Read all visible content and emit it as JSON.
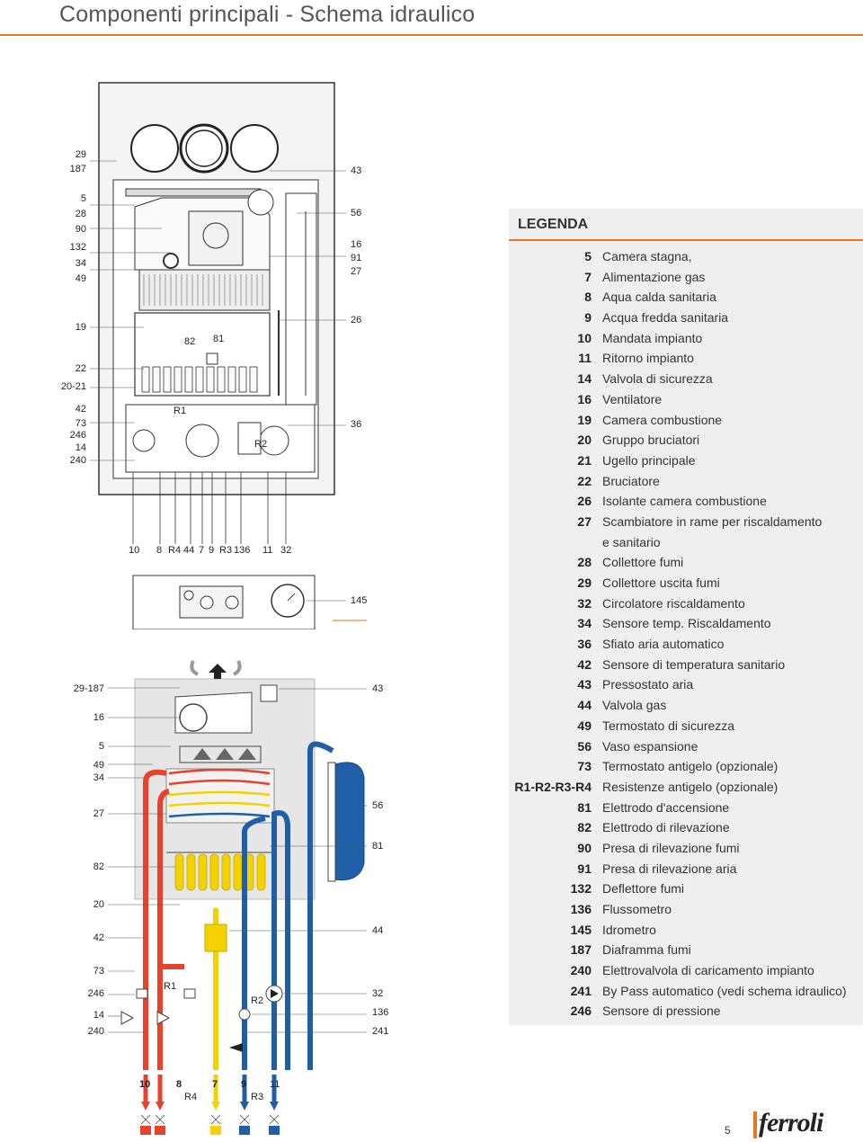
{
  "page": {
    "title": "Componenti principali - Schema idraulico",
    "page_number": "5",
    "brand": "ferroli",
    "accent_color": "#e87722"
  },
  "diagram1": {
    "left_labels": [
      "29",
      "187",
      "5",
      "28",
      "90",
      "132",
      "34",
      "49",
      "19",
      "22",
      "20-21",
      "42",
      "73",
      "246",
      "14",
      "240"
    ],
    "right_labels": [
      "43",
      "56",
      "16",
      "91",
      "27",
      "26",
      "36",
      "145"
    ],
    "inner_labels": [
      "82",
      "81",
      "R1",
      "R2"
    ],
    "bottom_labels": [
      "10",
      "8",
      "R4",
      "44",
      "7",
      "9",
      "R3",
      "136",
      "11",
      "32"
    ]
  },
  "diagram2": {
    "left_labels": [
      "29-187",
      "16",
      "5",
      "49",
      "34",
      "27",
      "82",
      "20",
      "42",
      "73",
      "246",
      "14",
      "240"
    ],
    "right_labels": [
      "43",
      "56",
      "81",
      "44",
      "32",
      "136",
      "241"
    ],
    "inner_labels": [
      "R1",
      "R2"
    ],
    "bottom_labels": [
      "10",
      "8",
      "R4",
      "7",
      "9",
      "R3",
      "11"
    ]
  },
  "legend": {
    "title": "LEGENDA",
    "items": [
      {
        "num": "5",
        "text": "Camera stagna,"
      },
      {
        "num": "7",
        "text": "Alimentazione gas"
      },
      {
        "num": "8",
        "text": "Aqua calda sanitaria"
      },
      {
        "num": "9",
        "text": "Acqua fredda sanitaria"
      },
      {
        "num": "10",
        "text": "Mandata impianto"
      },
      {
        "num": "11",
        "text": "Ritorno impianto"
      },
      {
        "num": "14",
        "text": "Valvola di sicurezza"
      },
      {
        "num": "16",
        "text": "Ventilatore"
      },
      {
        "num": "19",
        "text": "Camera combustione"
      },
      {
        "num": "20",
        "text": "Gruppo bruciatori"
      },
      {
        "num": "21",
        "text": "Ugello principale"
      },
      {
        "num": "22",
        "text": "Bruciatore"
      },
      {
        "num": "26",
        "text": "Isolante camera combustione"
      },
      {
        "num": "27",
        "text": "Scambiatore in rame per riscaldamento"
      },
      {
        "num": "",
        "text": "e sanitario"
      },
      {
        "num": "28",
        "text": "Collettore fumi"
      },
      {
        "num": "29",
        "text": "Collettore uscita fumi"
      },
      {
        "num": "32",
        "text": "Circolatore riscaldamento"
      },
      {
        "num": "34",
        "text": "Sensore temp. Riscaldamento"
      },
      {
        "num": "36",
        "text": "Sfiato aria automatico"
      },
      {
        "num": "42",
        "text": "Sensore di temperatura sanitario"
      },
      {
        "num": "43",
        "text": "Pressostato aria"
      },
      {
        "num": "44",
        "text": "Valvola gas"
      },
      {
        "num": "49",
        "text": "Termostato di sicurezza"
      },
      {
        "num": "56",
        "text": "Vaso espansione"
      },
      {
        "num": "73",
        "text": "Termostato antigelo (opzionale)"
      },
      {
        "num": "R1-R2-R3-R4",
        "text": "Resistenze antigelo (opzionale)"
      },
      {
        "num": "81",
        "text": "Elettrodo d'accensione"
      },
      {
        "num": "82",
        "text": "Elettrodo di rilevazione"
      },
      {
        "num": "90",
        "text": "Presa di rilevazione fumi"
      },
      {
        "num": "91",
        "text": "Presa di rilevazione aria"
      },
      {
        "num": "132",
        "text": "Deflettore fumi"
      },
      {
        "num": "136",
        "text": "Flussometro"
      },
      {
        "num": "145",
        "text": "Idrometro"
      },
      {
        "num": "187",
        "text": "Diaframma fumi"
      },
      {
        "num": "240",
        "text": "Elettrovalvola di caricamento impianto"
      },
      {
        "num": "241",
        "text": "By Pass automatico (vedi schema idraulico)"
      },
      {
        "num": "246",
        "text": "Sensore di pressione"
      }
    ]
  },
  "colors": {
    "hot_pipe": "#e8412c",
    "cold_pipe": "#1f5fa8",
    "gas_pipe": "#f2d300",
    "panel_gray": "#e6e6e6"
  }
}
